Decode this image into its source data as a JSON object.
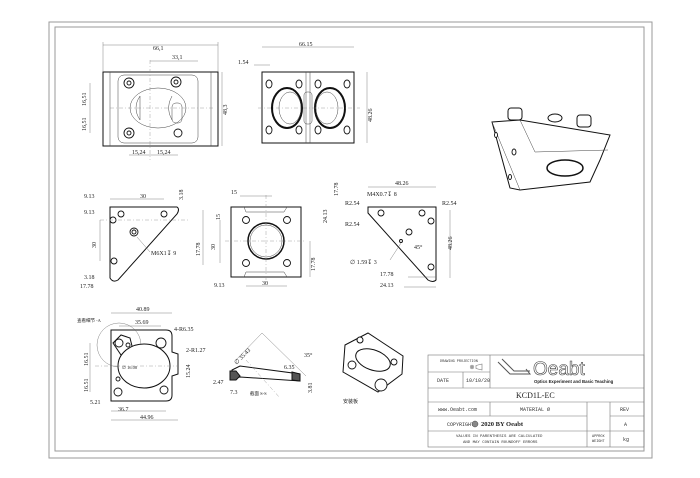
{
  "views": {
    "top_left": {
      "width_total": "66,1",
      "width_half": "33,1",
      "height": "48,3",
      "v_upper": "16,51",
      "v_lower": "16,51",
      "h_left": "15,24",
      "h_right": "15,24"
    },
    "top_middle": {
      "width": "66.15",
      "offset": "1.54",
      "height": "48.26"
    },
    "side_left": {
      "d1": "9.13",
      "d2": "30",
      "d3": "3.18",
      "d4": "9.13",
      "d5": "30",
      "d6": "17.78",
      "d7": "3.18",
      "d8": "17.78",
      "thread": "M6X1↧ 9"
    },
    "side_middle": {
      "d1": "15",
      "d2": "15",
      "d3": "30",
      "d4": "17.78",
      "d5": "9.13",
      "d6": "30"
    },
    "side_right": {
      "width": "48.26",
      "d1": "17.78",
      "thread": "M4X0.7↧ 8",
      "r1": "R2.54",
      "r2": "R2.54",
      "r3": "R2.54",
      "d2": "24.13",
      "height": "48.26",
      "angle": "45°",
      "hole": "∅ 1.59↧ 3",
      "d3": "17.78",
      "d4": "24.13"
    },
    "bottom_left": {
      "d1": "40.89",
      "d2": "35.69",
      "note": "查看细节 -A",
      "holes1": "4-R6.35",
      "holes2": "2-R1.27",
      "v1": "16.51",
      "v2": "16.51",
      "v3": "15.24",
      "dia": "∅ 16.08",
      "d3": "5.21",
      "d4": "36.7",
      "d5": "44.96"
    },
    "section": {
      "angle_dim": "∅ 35.43",
      "d1": "6.35",
      "angle": "35°",
      "d2": "2.47",
      "d3": "7.3",
      "d4": "3.81",
      "label": "截面 S-S"
    },
    "iso_label": "安装板"
  },
  "title_block": {
    "projection_label": "DRAWING PROJECTION",
    "date_label": "DATE",
    "date": "10/10/20",
    "logo_text": "Oeabt",
    "logo_tagline": "Optics Experiment and Basic Teaching",
    "part_number": "KCD1L-EC",
    "website": "www.Oeabt.com",
    "material": "MATERIAL Ø",
    "rev_label": "REV",
    "rev": "A",
    "copyright": "COPYRIGHT",
    "copyright_text": "2020 BY Oeabt",
    "note_line1": "VALUES IN PARENTHESIS ARE CALCULATED",
    "note_line2": "AND MAY CONTAIN ROUNDOFF ERRORS",
    "weight_label1": "APPROX",
    "weight_label2": "WEIGHT",
    "weight_unit": "kg"
  }
}
